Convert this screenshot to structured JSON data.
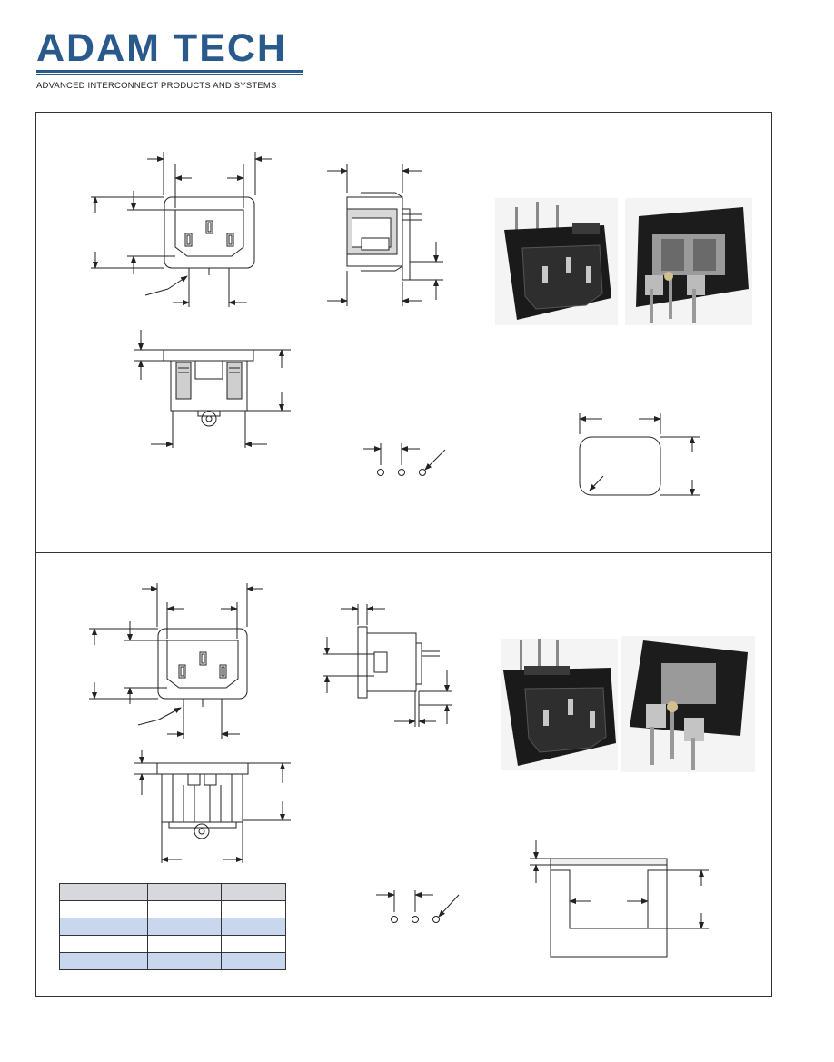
{
  "brand": {
    "name": "ADAM TECH",
    "tagline": "ADVANCED INTERCONNECT PRODUCTS AND SYSTEMS",
    "color": "#2a5a8c"
  },
  "spec_table": {
    "rows": [
      [
        "",
        "",
        ""
      ],
      [
        "",
        "",
        ""
      ],
      [
        "",
        "",
        ""
      ],
      [
        "",
        "",
        ""
      ],
      [
        "",
        "",
        ""
      ]
    ],
    "row_styles": [
      "header",
      "plain",
      "blue",
      "plain",
      "blue"
    ]
  },
  "photos": [
    {
      "icon": "iec-inlet-front-photo"
    },
    {
      "icon": "iec-inlet-rear-photo"
    },
    {
      "icon": "iec-inlet-front-photo"
    },
    {
      "icon": "iec-inlet-rear-photo"
    }
  ]
}
